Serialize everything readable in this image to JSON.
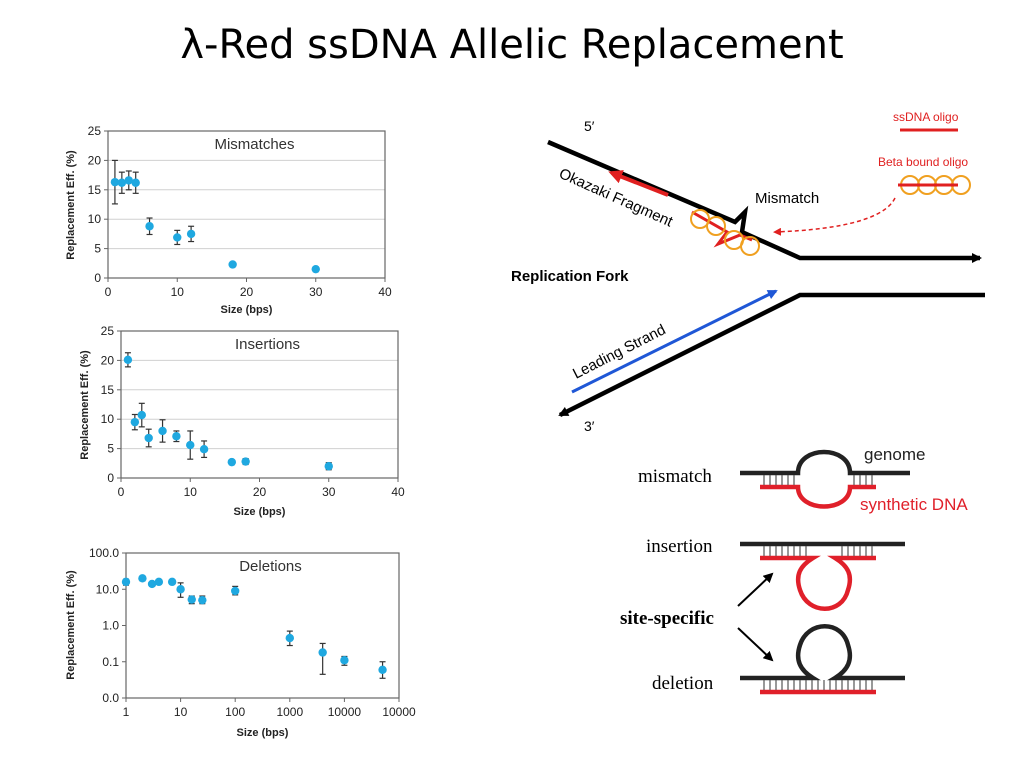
{
  "slide": {
    "title_symbol": "λ",
    "title_text": "-Red ssDNA Allelic Replacement"
  },
  "chart_data": [
    {
      "type": "scatter",
      "title": "Mismatches",
      "xlabel": "Size (bps)",
      "ylabel": "Replacement Eff. (%)",
      "xlim": [
        0,
        40
      ],
      "ylim": [
        0,
        25
      ],
      "xticks": [
        "0",
        "10",
        "20",
        "30",
        "40"
      ],
      "yticks": [
        "0",
        "5",
        "10",
        "15",
        "20",
        "25"
      ],
      "grid": true,
      "points": [
        {
          "x": 1,
          "y": 16.3,
          "err": 3.7
        },
        {
          "x": 2,
          "y": 16.2,
          "err": 1.8
        },
        {
          "x": 3,
          "y": 16.6,
          "err": 1.6
        },
        {
          "x": 4,
          "y": 16.2,
          "err": 1.8
        },
        {
          "x": 6,
          "y": 8.8,
          "err": 1.4
        },
        {
          "x": 10,
          "y": 6.9,
          "err": 1.2
        },
        {
          "x": 12,
          "y": 7.5,
          "err": 1.3
        },
        {
          "x": 18,
          "y": 2.3,
          "err": 0.2
        },
        {
          "x": 30,
          "y": 1.5,
          "err": 0.3
        }
      ]
    },
    {
      "type": "scatter",
      "title": "Insertions",
      "xlabel": "Size (bps)",
      "ylabel": "Replacement Eff. (%)",
      "xlim": [
        0,
        40
      ],
      "ylim": [
        0,
        25
      ],
      "xticks": [
        "0",
        "10",
        "20",
        "30",
        "40"
      ],
      "yticks": [
        "0",
        "5",
        "10",
        "15",
        "20",
        "25"
      ],
      "grid": true,
      "points": [
        {
          "x": 1,
          "y": 20.1,
          "err": 1.2
        },
        {
          "x": 2,
          "y": 9.5,
          "err": 1.3
        },
        {
          "x": 3,
          "y": 10.7,
          "err": 2.0
        },
        {
          "x": 4,
          "y": 6.8,
          "err": 1.5
        },
        {
          "x": 6,
          "y": 8.0,
          "err": 1.9
        },
        {
          "x": 8,
          "y": 7.1,
          "err": 0.9
        },
        {
          "x": 10,
          "y": 5.6,
          "err": 2.4
        },
        {
          "x": 12,
          "y": 4.9,
          "err": 1.4
        },
        {
          "x": 16,
          "y": 2.7,
          "err": 0.3
        },
        {
          "x": 18,
          "y": 2.8,
          "err": 0.5
        },
        {
          "x": 30,
          "y": 2.0,
          "err": 0.6
        }
      ]
    },
    {
      "type": "scatter",
      "title": "Deletions",
      "xlabel": "Size (bps)",
      "ylabel": "Replacement Eff. (%)",
      "xscale": "log",
      "yscale": "log",
      "xlim": [
        1,
        100000
      ],
      "ylim": [
        0.01,
        100
      ],
      "xticks": [
        "1",
        "10",
        "100",
        "1000",
        "10000",
        "10000"
      ],
      "yticks": [
        "0.0",
        "0.1",
        "1.0",
        "10.0",
        "100.0"
      ],
      "grid": false,
      "points": [
        {
          "x": 1,
          "y": 16,
          "lo": 13,
          "hi": 19
        },
        {
          "x": 2,
          "y": 20,
          "lo": 17,
          "hi": 22
        },
        {
          "x": 3,
          "y": 14,
          "lo": 12,
          "hi": 16
        },
        {
          "x": 4,
          "y": 16,
          "lo": 14,
          "hi": 18
        },
        {
          "x": 7,
          "y": 16,
          "lo": 14,
          "hi": 18
        },
        {
          "x": 10,
          "y": 10,
          "lo": 6,
          "hi": 15
        },
        {
          "x": 16,
          "y": 5.2,
          "lo": 4.0,
          "hi": 6.5
        },
        {
          "x": 25,
          "y": 5.0,
          "lo": 4.0,
          "hi": 6.5
        },
        {
          "x": 100,
          "y": 9,
          "lo": 7,
          "hi": 12
        },
        {
          "x": 1000,
          "y": 0.45,
          "lo": 0.28,
          "hi": 0.7
        },
        {
          "x": 4000,
          "y": 0.18,
          "lo": 0.045,
          "hi": 0.32
        },
        {
          "x": 10000,
          "y": 0.11,
          "lo": 0.08,
          "hi": 0.14
        },
        {
          "x": 50000,
          "y": 0.06,
          "lo": 0.035,
          "hi": 0.1
        }
      ]
    }
  ],
  "fork_diagram": {
    "label_5prime": "5′",
    "label_3prime": "3′",
    "okazaki": "Okazaki Fragment",
    "mismatch": "Mismatch",
    "replication_fork": "Replication Fork",
    "leading_strand": "Leading Strand",
    "legend_ssdna": "ssDNA oligo",
    "legend_beta": "Beta bound oligo",
    "colors": {
      "strand": "#000000",
      "oligo": "#e02020",
      "beta": "#f0a020",
      "leading": "#1f57d6"
    }
  },
  "types_diagram": {
    "mismatch": "mismatch",
    "insertion": "insertion",
    "site_specific": "site-specific",
    "deletion": "deletion",
    "genome": "genome",
    "synthetic": "synthetic DNA",
    "colors": {
      "genome": "#222222",
      "synthetic": "#e0202a"
    }
  }
}
